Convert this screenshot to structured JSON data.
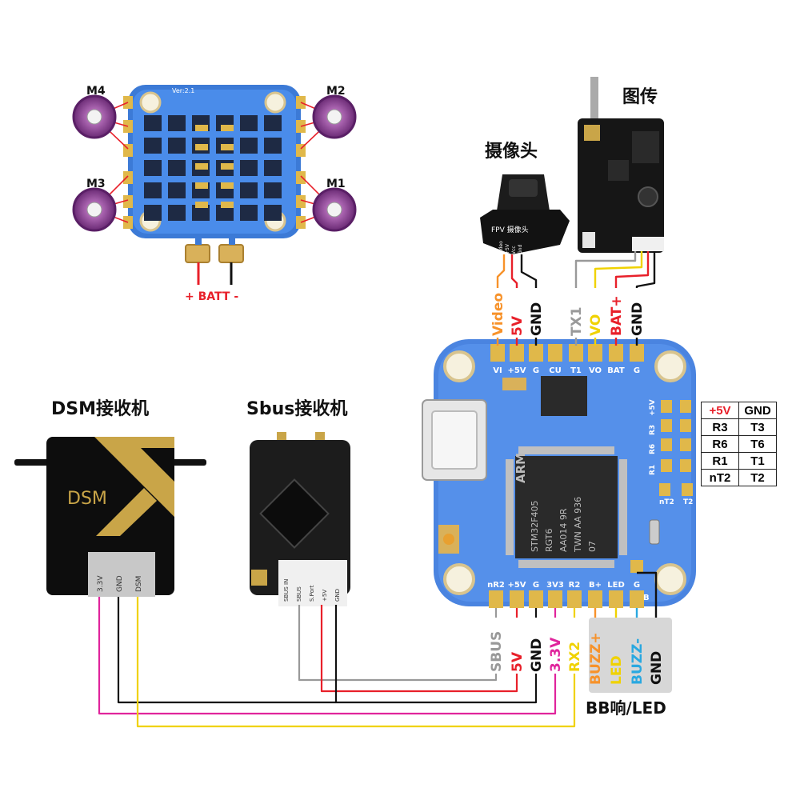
{
  "esc": {
    "version": "Ver:2.1",
    "motor_labels": [
      "M4",
      "M2",
      "M3",
      "M1"
    ],
    "batt_label": "+ BATT -"
  },
  "camera": {
    "title": "摄像头",
    "body_text": "FPV 摄像头",
    "pins": [
      "Video",
      "+5V",
      "Vcc",
      "Gnd"
    ]
  },
  "vtx": {
    "title": "图传"
  },
  "fc": {
    "top_pins": [
      "VI",
      "+5V",
      "G",
      "CU",
      "T1",
      "VO",
      "BAT",
      "G"
    ],
    "right_pins": [
      "+5V",
      "R3",
      "R6",
      "R1"
    ],
    "right_bottom_pins": [
      "nT2",
      "T2"
    ],
    "bottom_pins": [
      "nR2",
      "+5V",
      "G",
      "3V3",
      "R2",
      "B+",
      "LED",
      "G"
    ],
    "bottom_side_pin": "B",
    "chip_text": [
      "ARM",
      "STM32F405",
      "RGT6",
      "AA014 9R",
      "TWN AA 936",
      "07"
    ]
  },
  "top_wires": [
    {
      "label": "Video",
      "color": "#f7922a"
    },
    {
      "label": "5V",
      "color": "#e8202a"
    },
    {
      "label": "GND",
      "color": "#111111"
    },
    {
      "label": "TX1",
      "color": "#999999"
    },
    {
      "label": "VO",
      "color": "#f0d200"
    },
    {
      "label": "BAT+",
      "color": "#e8202a"
    },
    {
      "label": "GND",
      "color": "#111111"
    }
  ],
  "pin_table": {
    "rows": [
      [
        "+5V",
        "GND"
      ],
      [
        "R3",
        "T3"
      ],
      [
        "R6",
        "T6"
      ],
      [
        "R1",
        "T1"
      ],
      [
        "nT2",
        "T2"
      ]
    ]
  },
  "dsm": {
    "title": "DSM接收机",
    "logo": "DSM",
    "pins": [
      "3.3V",
      "GND",
      "DSM"
    ]
  },
  "sbus": {
    "title": "Sbus接收机",
    "pins": [
      "SBUS IN",
      "SBUS",
      "S.Port",
      "+5V",
      "GND"
    ]
  },
  "bottom_wires": [
    {
      "label": "SBUS",
      "color": "#999999"
    },
    {
      "label": "5V",
      "color": "#e8202a"
    },
    {
      "label": "GND",
      "color": "#111111"
    },
    {
      "label": "3.3V",
      "color": "#e0249c"
    },
    {
      "label": "RX2",
      "color": "#f0d200"
    }
  ],
  "buzz_wires": [
    {
      "label": "BUZZ+",
      "color": "#f7922a"
    },
    {
      "label": "LED",
      "color": "#f0d200"
    },
    {
      "label": "BUZZ-",
      "color": "#29a8e0"
    },
    {
      "label": "GND",
      "color": "#111111"
    }
  ],
  "buzz_caption": "BB响/LED"
}
